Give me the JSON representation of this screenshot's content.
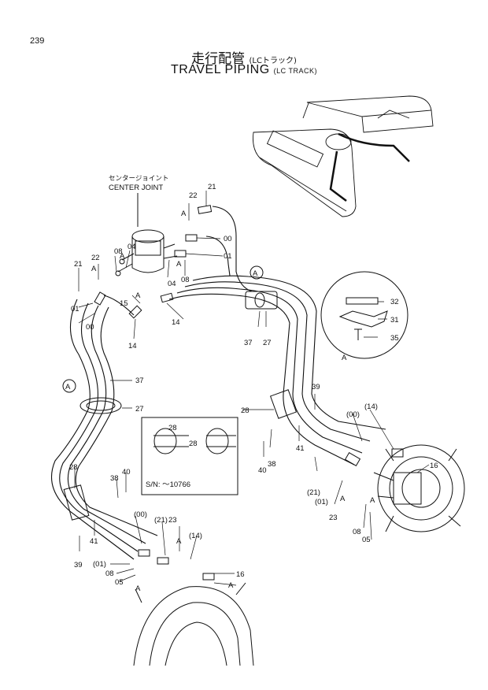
{
  "page_number": "239",
  "title_jp": "走行配管",
  "title_jp_sub": "(LCトラック)",
  "title_en": "TRAVEL PIPING",
  "title_en_sub": "(LC TRACK)",
  "center_joint_jp": "センタージョイント",
  "center_joint_en": "CENTER JOINT",
  "inset_serial": "S/N: ～10766",
  "section_marker": "A",
  "labels": {
    "n21a": "21",
    "n22a": "22",
    "n00a": "00",
    "n01a": "01",
    "n08a": "08",
    "n04a": "04",
    "n21b": "21",
    "n22b": "22",
    "n04b": "04",
    "n08b": "08",
    "n01b": "01",
    "n00b": "00",
    "n15": "15",
    "n14a": "14",
    "n14b": "14",
    "n37a": "37",
    "n27a": "27",
    "n37b": "37",
    "n27b": "27",
    "n32": "32",
    "n31": "31",
    "n35": "35",
    "n28a": "28",
    "n28b": "28",
    "n28c": "28",
    "n28d": "28",
    "n39a": "39",
    "n39b": "39",
    "n40a": "40",
    "n40b": "40",
    "n38a": "38",
    "n38b": "38",
    "n41a": "41",
    "n41b": "41",
    "n00c": "(00)",
    "n14c": "(14)",
    "n21c": "(21)",
    "n01c": "(01)",
    "n23a": "23",
    "n23b": "23",
    "n08c": "08",
    "n05a": "05",
    "n16a": "16",
    "n00d": "(00)",
    "n21d": "(21)",
    "n14d": "(14)",
    "n01d": "(01)",
    "n08d": "08",
    "n05b": "05",
    "n16b": "16"
  }
}
